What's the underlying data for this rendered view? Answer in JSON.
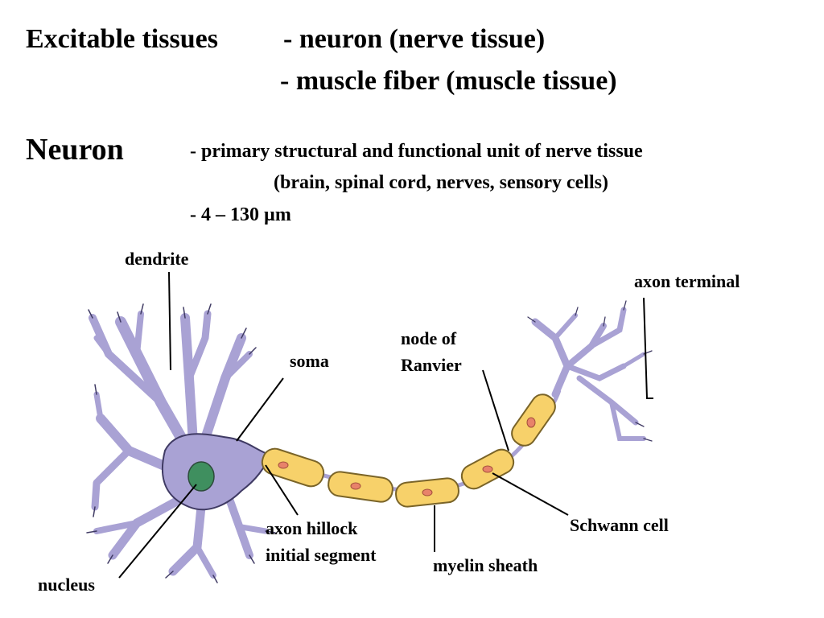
{
  "heading": {
    "line1_left": "Excitable tissues",
    "line1_right": "- neuron (nerve tissue)",
    "line2": "- muscle fiber (muscle tissue)"
  },
  "definition": {
    "term": "Neuron",
    "line1": "- primary structural and functional unit of nerve tissue",
    "line2": "(brain, spinal cord, nerves, sensory cells)",
    "line3": "- 4 – 130 µm"
  },
  "labels": {
    "dendrite": "dendrite",
    "soma": "soma",
    "node_of": "node of",
    "ranvier": "Ranvier",
    "axon_terminal": "axon terminal",
    "schwann_cell": "Schwann cell",
    "axon_hillock": "axon hillock",
    "initial_segment": "initial segment",
    "myelin_sheath": "myelin sheath",
    "nucleus": "nucleus"
  },
  "colors": {
    "cell_body": "#a9a2d4",
    "cell_outline": "#3f3a63",
    "nucleus": "#3f8f5f",
    "myelin": "#f7d16a",
    "myelin_outline": "#7a6428",
    "schwann_nucleus": "#e8826a"
  }
}
